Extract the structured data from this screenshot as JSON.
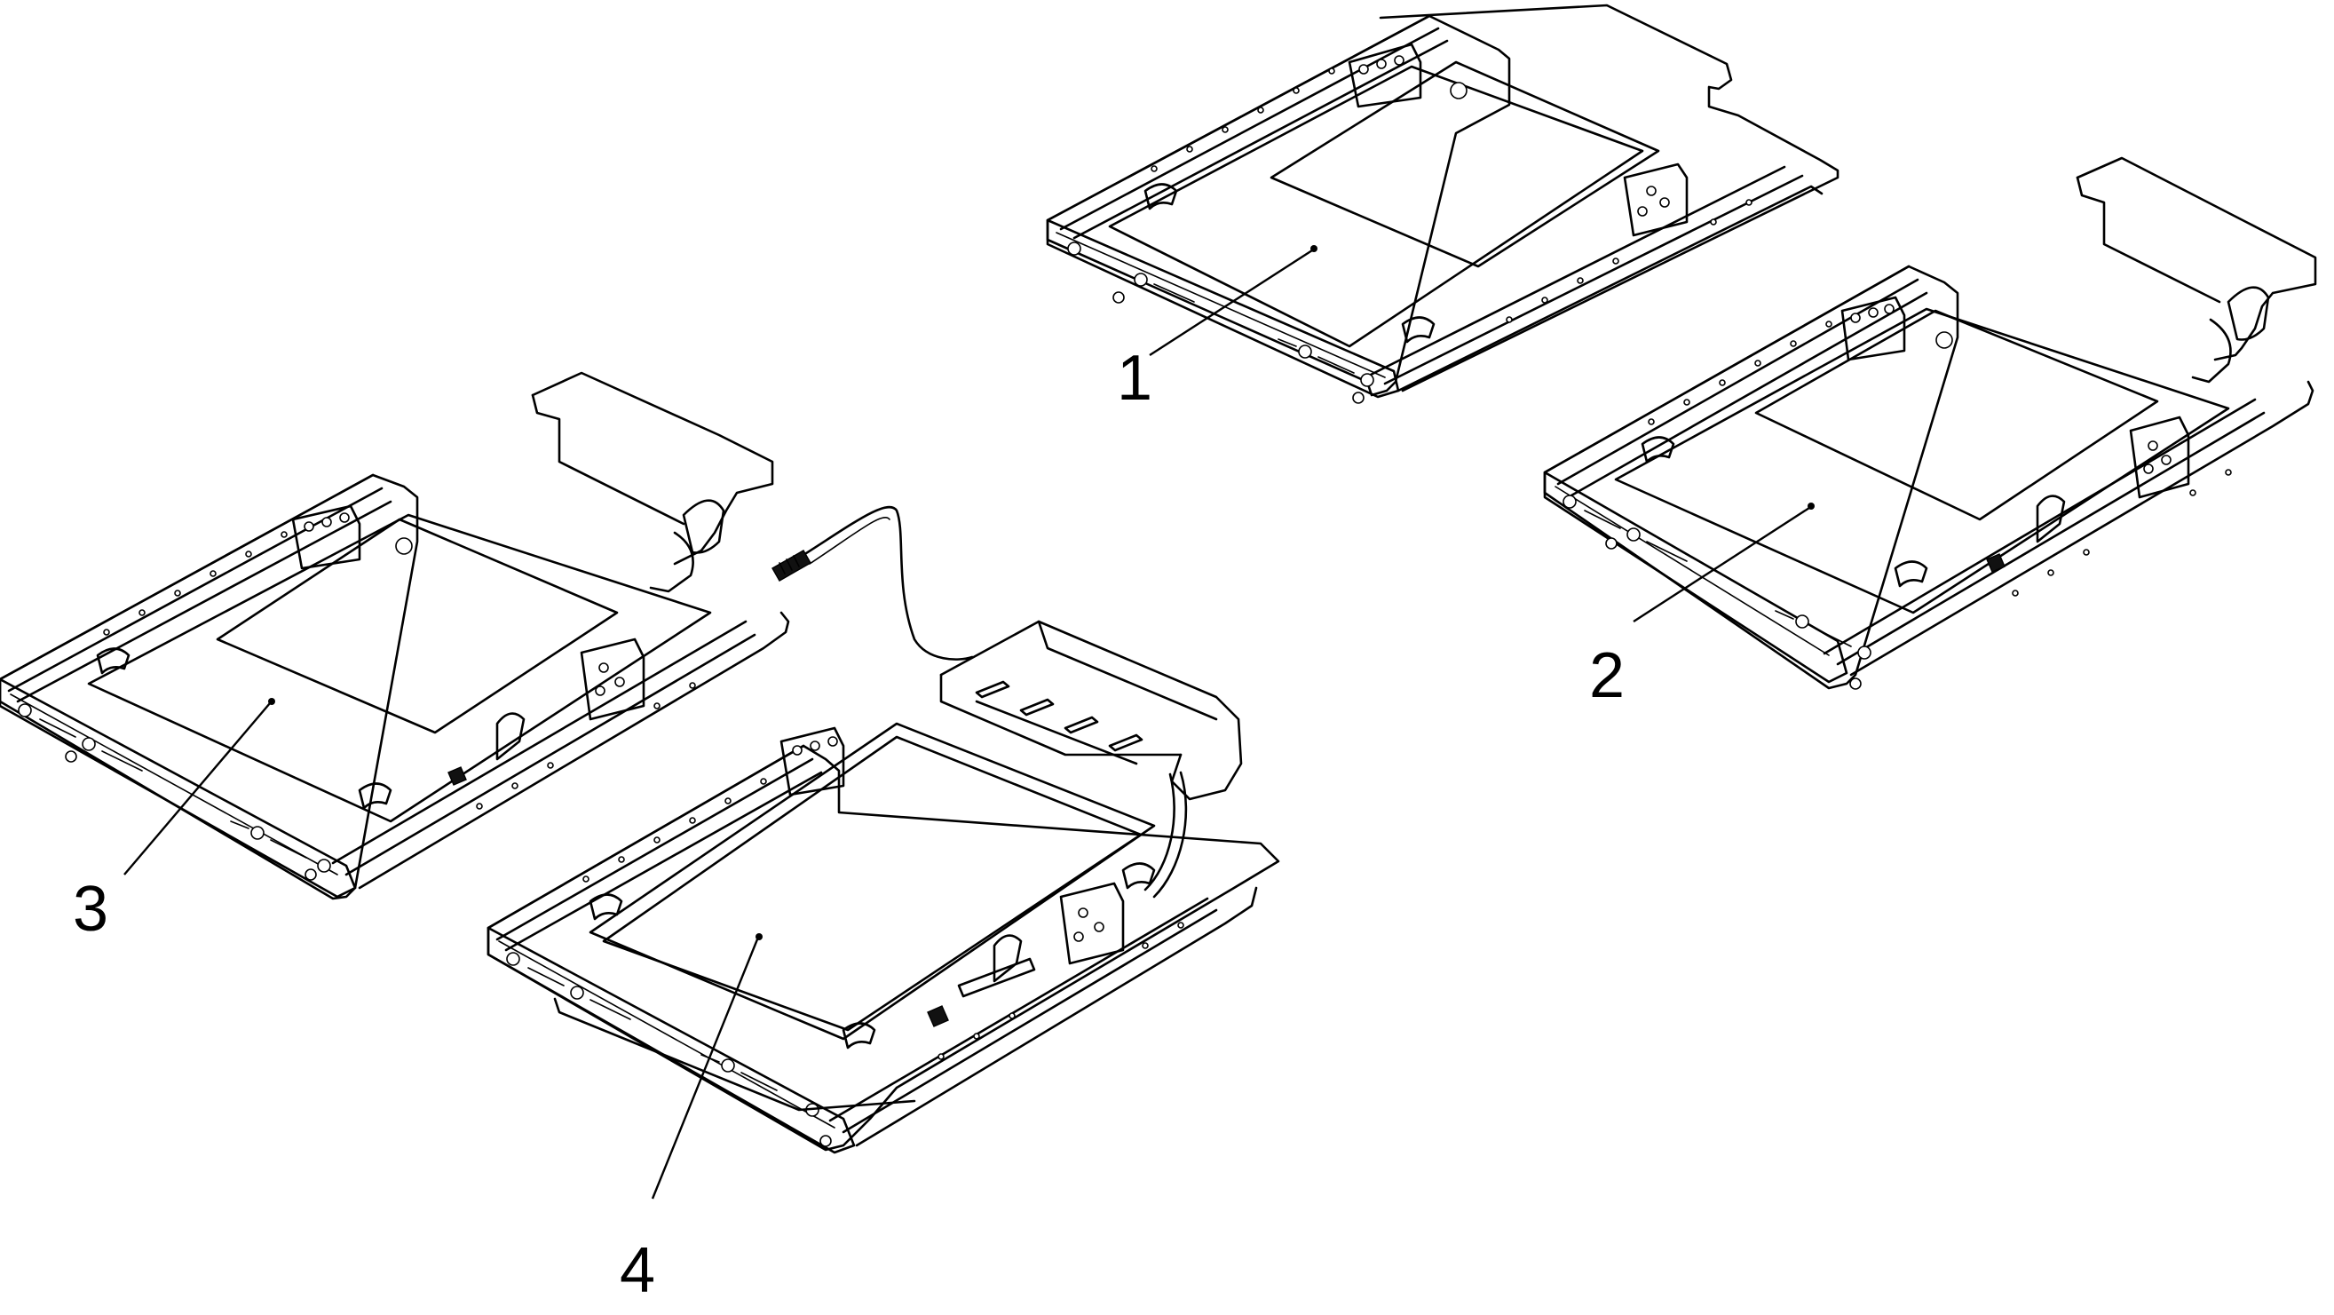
{
  "figure": {
    "callouts": [
      {
        "id": "1",
        "label": "1"
      },
      {
        "id": "2",
        "label": "2"
      },
      {
        "id": "3",
        "label": "3"
      },
      {
        "id": "4",
        "label": "4"
      }
    ]
  },
  "colors": {
    "line": "#000000",
    "background": "#ffffff"
  }
}
